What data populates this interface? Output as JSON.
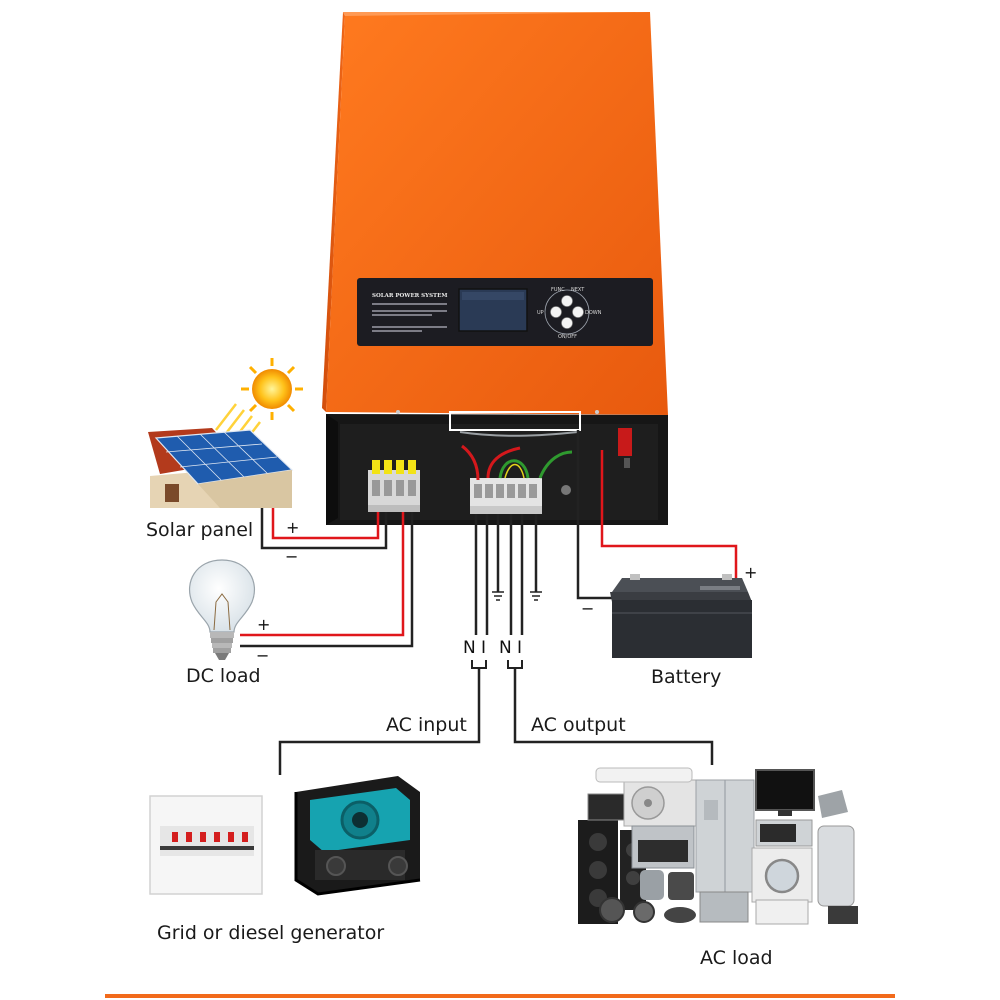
{
  "inverter": {
    "panel_title": "SOLAR POWER SYSTEM",
    "button_labels": [
      "FUNC",
      "NEXT",
      "UP",
      "DOWN",
      "ON/OFF"
    ],
    "colors": {
      "body": "#f26a1b",
      "body_shadow": "#d9520c",
      "panel": "#1c1c22",
      "screen": "#2a3a55",
      "terminal_box": "#161616"
    }
  },
  "labels": {
    "solar_panel": "Solar panel",
    "dc_load": "DC load",
    "battery": "Battery",
    "ac_input": "AC input",
    "ac_output": "AC output",
    "grid_generator": "Grid or diesel generator",
    "ac_load": "AC load"
  },
  "polarity": {
    "plus": "+",
    "minus": "−"
  },
  "terminals": {
    "n": "N",
    "l": "I"
  },
  "wire_colors": {
    "positive": "#e0161b",
    "negative": "#222222"
  }
}
